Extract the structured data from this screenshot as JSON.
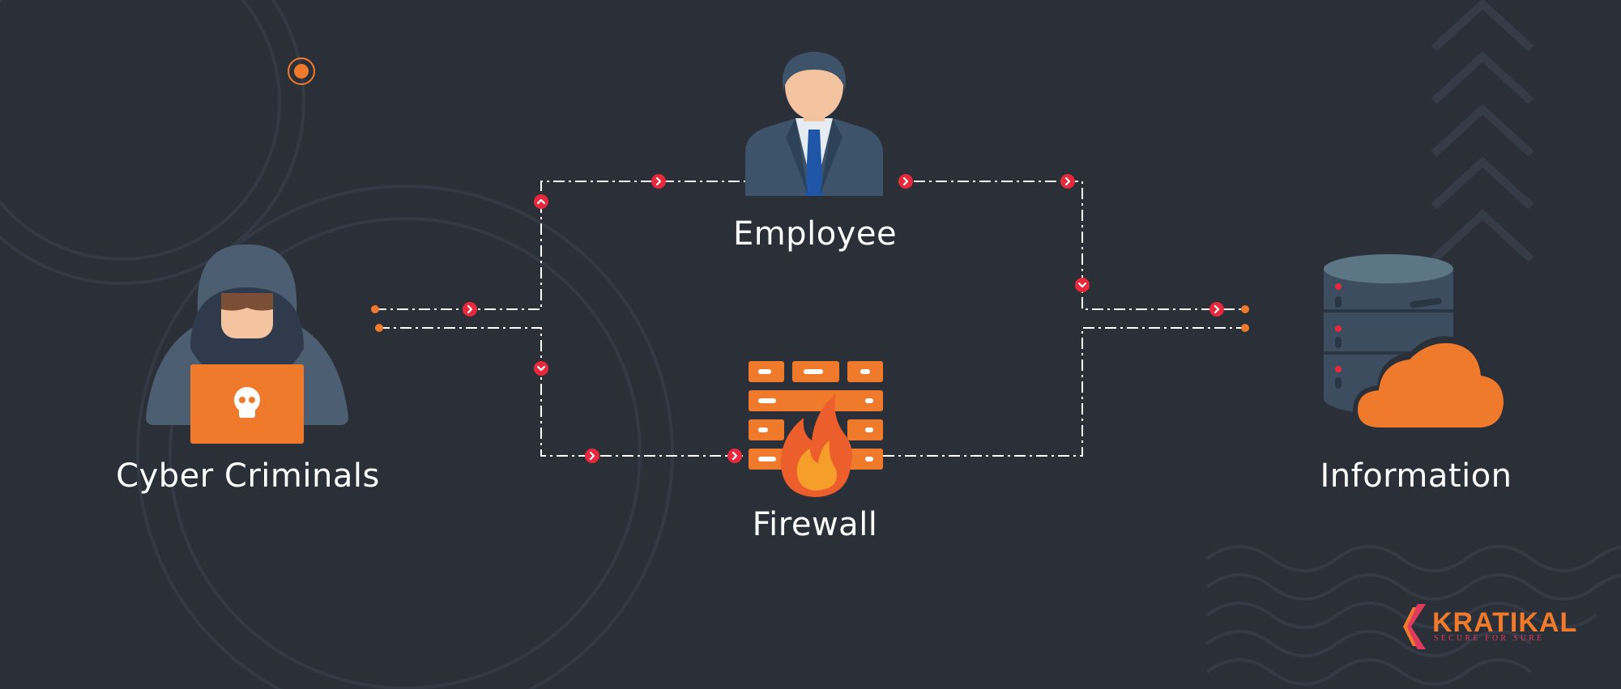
{
  "nodes": {
    "cyber_criminals": "Cyber Criminals",
    "employee": "Employee",
    "firewall": "Firewall",
    "information": "Information"
  },
  "logo": {
    "name": "KRATIKAL",
    "tagline": "SECURE FOR SURE"
  },
  "colors": {
    "background": "#2b2f38",
    "accent_orange": "#f07a2c",
    "arrow_red": "#e8293c",
    "dashed_line": "#ffffff",
    "slate": "#4b5e72"
  },
  "icons": [
    "hacker-icon",
    "employee-icon",
    "firewall-icon",
    "database-cloud-icon",
    "arrow-marker-icon"
  ]
}
